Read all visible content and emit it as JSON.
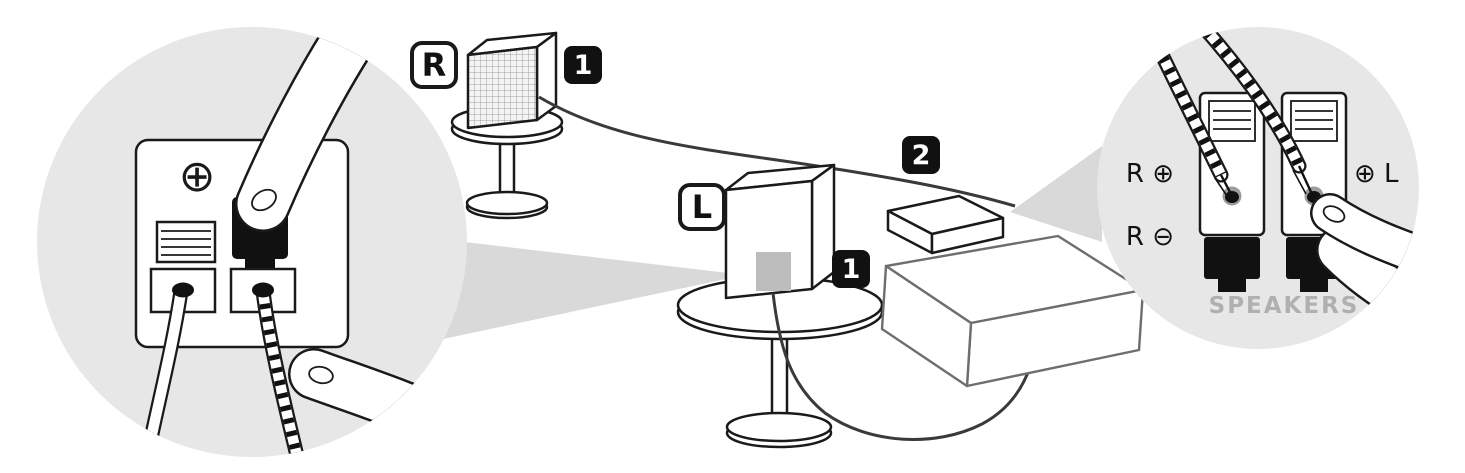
{
  "colors": {
    "background": "#ffffff",
    "detail_circle": "#e7e7e7",
    "callout_wedge": "#d9d9d9",
    "badge": "#111111",
    "badge_text": "#ffffff",
    "outline": "#1a1a1a",
    "unit_outline": "#6e6e6e",
    "wire": "#3a3a3a",
    "port_gray": "#bdbdbd",
    "muted_label": "#b0b0b0"
  },
  "speakers": {
    "right_label": "R",
    "left_label": "L"
  },
  "steps": {
    "step1": "1",
    "step2": "2"
  },
  "left_detail": {
    "polarity_plus": "⊕"
  },
  "right_detail": {
    "r_plus_label": "R ⊕",
    "r_minus_label": "R ⊖",
    "plus_l_label": "⊕ L",
    "panel_label": "SPEAKERS"
  }
}
